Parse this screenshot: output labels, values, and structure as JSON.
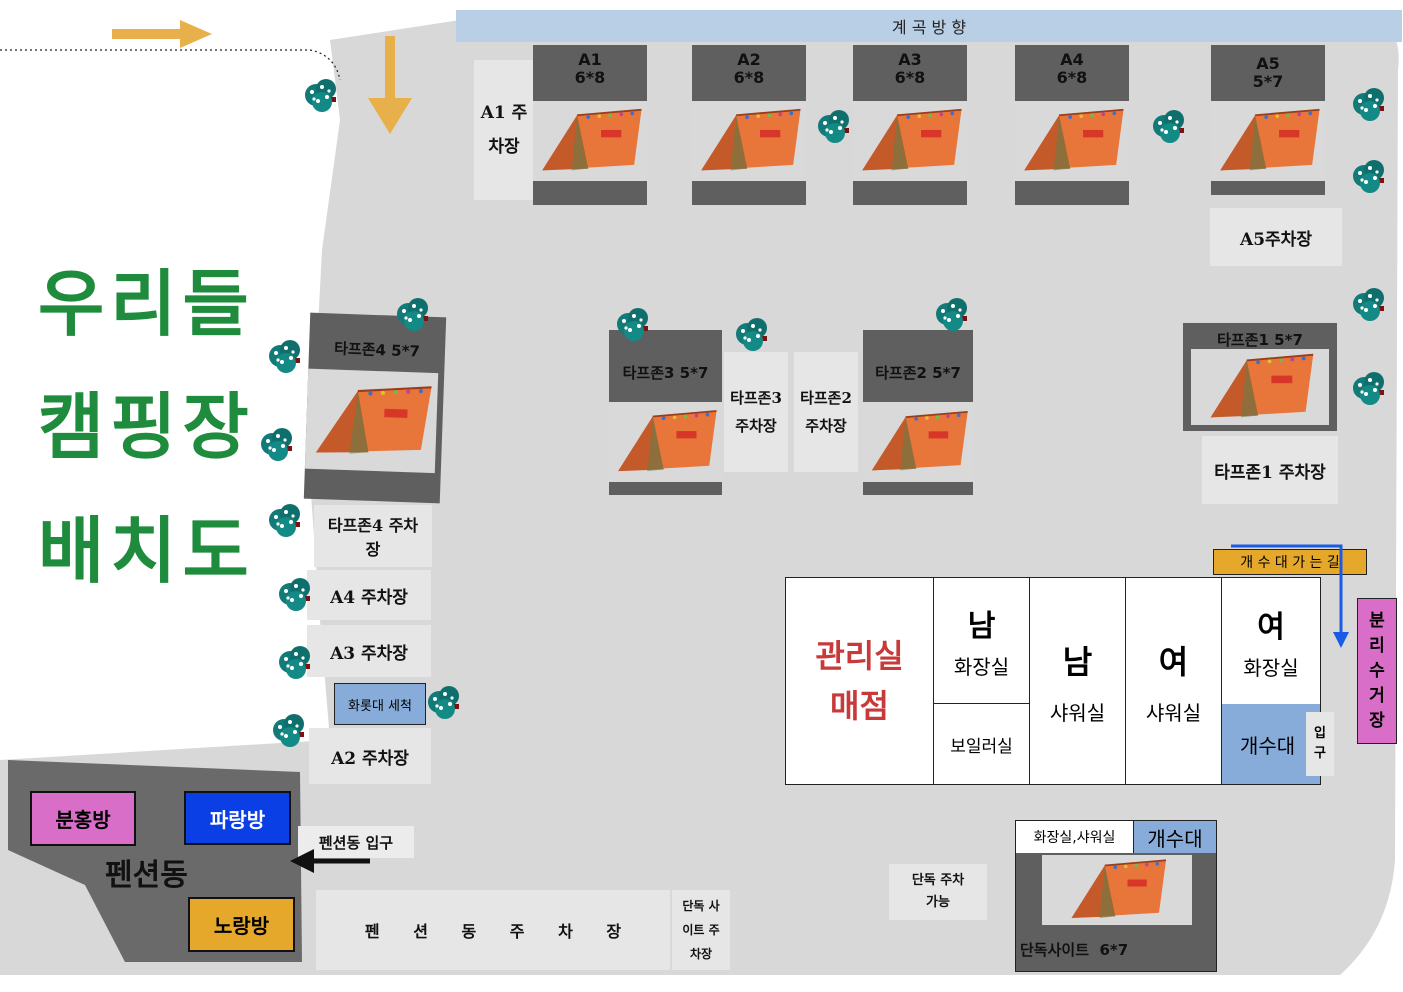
{
  "title": {
    "line1": "우리들",
    "line2": "캠핑장",
    "line3": "배치도"
  },
  "stream_direction": "계 곡 방 향",
  "a_sites": [
    {
      "id": "A1",
      "size": "6*8"
    },
    {
      "id": "A2",
      "size": "6*8"
    },
    {
      "id": "A3",
      "size": "6*8"
    },
    {
      "id": "A4",
      "size": "6*8"
    },
    {
      "id": "A5",
      "size": "5*7"
    }
  ],
  "tarp_zones": [
    {
      "label": "타프존4  5*7"
    },
    {
      "label": "타프존3  5*7"
    },
    {
      "label": "타프존2  5*7"
    },
    {
      "label": "타프존1  5*7"
    }
  ],
  "parking": {
    "a1": "A1 주차장",
    "a5": "A5주차장",
    "tarp3": "타프존3 주차장",
    "tarp2": "타프존2 주차장",
    "tarp1": "타프존1 주차장",
    "tarp4": "타프존4 주차장",
    "a4": "A4  주차장",
    "a3": "A3  주차장",
    "a2": "A2  주차장",
    "pension": "펜 션 동 주 차 장",
    "solo": "단독 사이트 주차장",
    "solo_possible": "단독 주차가능"
  },
  "fire_wash": "화롯대 세척",
  "sink_path": "개 수 대 가 는 길",
  "recycle": "분 리 수 거 장",
  "facilities": {
    "office": "관리실",
    "store": "매점",
    "men": "남",
    "restroom": "화장실",
    "boiler": "보일러실",
    "men_shower": "남",
    "shower": "샤워실",
    "women_shower": "여",
    "women": "여",
    "sink": "개수대",
    "entrance": "입 구"
  },
  "pension": {
    "name": "펜션동",
    "pink": "분홍방",
    "blue": "파랑방",
    "yellow": "노랑방",
    "entrance": "펜션동 입구"
  },
  "solo_site": {
    "amenities": "화장실,샤워실",
    "sink": "개수대",
    "label": "단독사이트  6*7"
  },
  "colors": {
    "ground": "#d8d8d8",
    "site": "#5f5f5f",
    "title_green": "#1e8c3c",
    "arrow": "#e8b04a",
    "pink": "#d96ec8",
    "blue": "#0b3fe6",
    "yellow": "#e6a82a",
    "stream": "#b9cfe6",
    "sink_blue": "#88acd9"
  }
}
